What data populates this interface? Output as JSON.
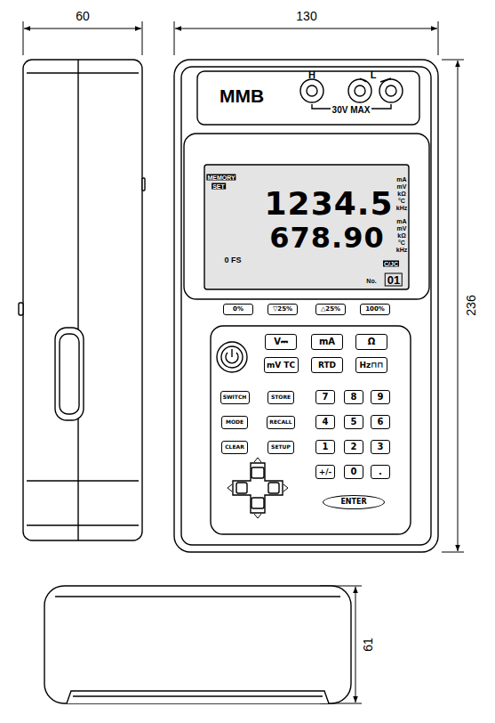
{
  "diagram": {
    "nodes": [
      {
        "text": [
          "0%"
        ]
      },
      {
        "text": [
          "▽25%"
        ]
      },
      {
        "text": [
          "△25%"
        ]
      },
      {
        "text": [
          "100%"
        ]
      },
      {
        "text": [
          "V⎓"
        ]
      },
      {
        "text": [
          "mA"
        ]
      },
      {
        "text": [
          "Ω"
        ]
      },
      {
        "text": [
          "mV TC"
        ]
      },
      {
        "text": [
          "RTD"
        ]
      },
      {
        "text": [
          "Hz⊓⊓"
        ]
      },
      {
        "text": [
          "SWITCH"
        ]
      },
      {
        "text": [
          "STORE"
        ]
      },
      {
        "text": [
          "7"
        ]
      },
      {
        "text": [
          "8"
        ]
      },
      {
        "text": [
          "9"
        ]
      },
      {
        "text": [
          "MODE"
        ]
      },
      {
        "text": [
          "RECALL"
        ]
      },
      {
        "text": [
          "4"
        ]
      },
      {
        "text": [
          "5"
        ]
      },
      {
        "text": [
          "6"
        ]
      },
      {
        "text": [
          "CLEAR"
        ]
      },
      {
        "text": [
          "SETUP"
        ]
      },
      {
        "text": [
          "1"
        ]
      },
      {
        "text": [
          "2"
        ]
      },
      {
        "text": [
          "3"
        ]
      },
      {
        "text": [
          "+/-"
        ]
      },
      {
        "text": [
          "0"
        ]
      },
      {
        "text": [
          "."
        ]
      },
      {
        "text": [
          "ENTER"
        ]
      }
    ],
    "labels": [
      "60",
      "130",
      "236",
      "61",
      "MMB",
      "H",
      "L",
      "30V MAX",
      "MEMORY",
      "SET",
      "1234.5",
      "678.90",
      "mA",
      "mV",
      "kΩ",
      "°C",
      "kHz",
      "mA",
      "mV",
      "kΩ",
      "°C",
      "kHz",
      "0 FS",
      "C/JC",
      "No.",
      "01"
    ]
  }
}
